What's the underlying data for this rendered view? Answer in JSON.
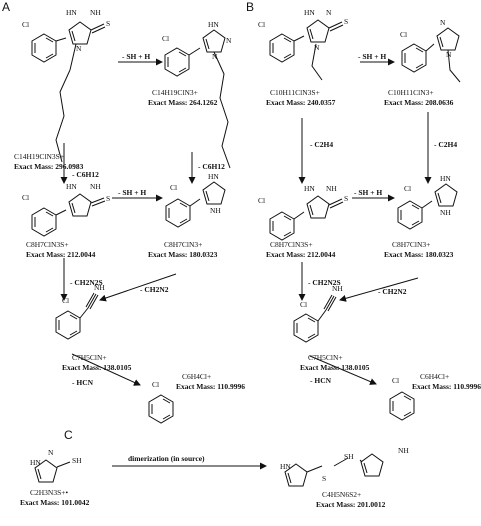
{
  "panels": {
    "a": "A",
    "b": "B",
    "c": "C"
  },
  "panel_a": {
    "m1_formula": "C14H19ClN3S+",
    "m1_mass": "Exact Mass: 296.0983",
    "m2_formula": "C14H19ClN3+",
    "m2_mass": "Exact Mass: 264.1262",
    "m3_formula": "C8H7ClN3S+",
    "m3_mass": "Exact Mass: 212.0044",
    "m4_formula": "C8H7ClN3+",
    "m4_mass": "Exact Mass: 180.0323",
    "m5_formula": "C7H5ClN+",
    "m5_mass": "Exact Mass: 138.0105",
    "m6_formula": "C6H4Cl+",
    "m6_mass": "Exact Mass: 110.9996",
    "loss_sh": "- SH + H",
    "loss_c6h12_a": "- C6H12",
    "loss_c6h12_b": "- C6H12",
    "loss_sh2": "- SH + H",
    "loss_ch2n2s": "- CH2N2S",
    "loss_ch2n2": "- CH2N2",
    "loss_hcn": "- HCN"
  },
  "panel_b": {
    "m1_formula": "C10H11ClN3S+",
    "m1_mass": "Exact Mass: 240.0357",
    "m2_formula": "C10H11ClN3+",
    "m2_mass": "Exact Mass: 208.0636",
    "m3_formula": "C8H7ClN3S+",
    "m3_mass": "Exact Mass: 212.0044",
    "m4_formula": "C8H7ClN3+",
    "m4_mass": "Exact Mass: 180.0323",
    "m5_formula": "C7H5ClN+",
    "m5_mass": "Exact Mass: 138.0105",
    "m6_formula": "C6H4Cl+",
    "m6_mass": "Exact Mass: 110.9996",
    "loss_sh": "- SH + H",
    "loss_c2h4_a": "- C2H4",
    "loss_c2h4_b": "- C2H4",
    "loss_sh2": "- SH + H",
    "loss_ch2n2s": "- CH2N2S",
    "loss_ch2n2": "- CH2N2",
    "loss_hcn": "- HCN"
  },
  "panel_c": {
    "m1_formula": "C2H3N3S+•",
    "m1_mass": "Exact Mass: 101.0042",
    "reaction": "dimerization (in source)",
    "m2_formula": "C4H5N6S2+",
    "m2_mass": "Exact Mass: 201.0012"
  },
  "atoms": {
    "cl": "Cl",
    "s": "S",
    "hn": "HN",
    "nh": "NH",
    "n": "N",
    "sh": "SH",
    "h": "H"
  }
}
